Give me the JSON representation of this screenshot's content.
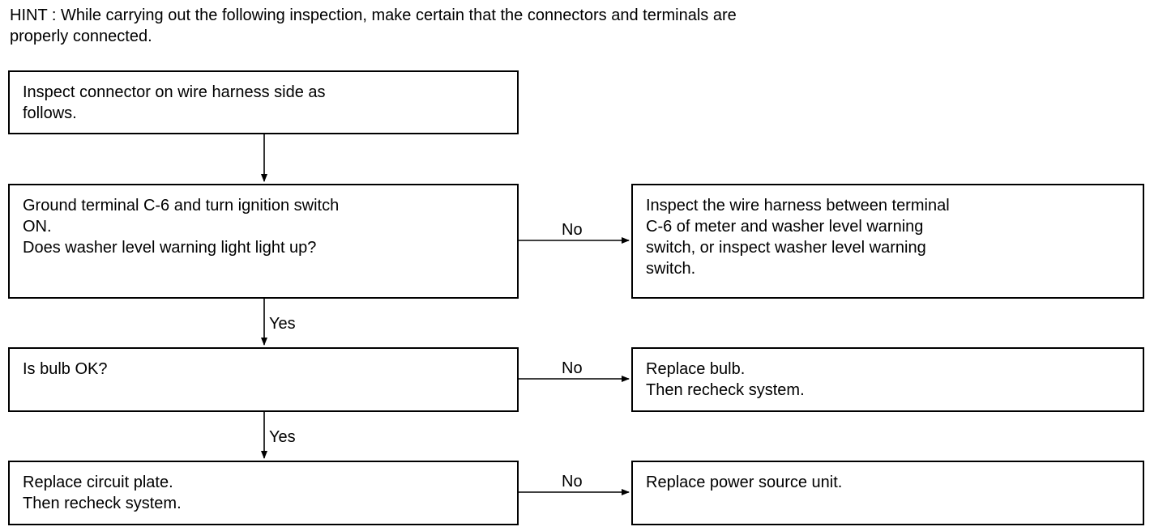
{
  "hint": "HINT : While carrying out the following inspection, make certain that the connectors and terminals are\nproperly connected.",
  "steps": {
    "step1": "Inspect connector on wire harness side as\nfollows.",
    "step2": "Ground terminal C-6 and turn ignition switch\nON.\nDoes washer level warning light light up?",
    "step2_no": "Inspect the wire harness between terminal\nC-6 of meter and washer level warning\nswitch, or inspect washer level warning\nswitch.",
    "step3": "Is bulb OK?",
    "step3_no": "Replace bulb.\nThen recheck system.",
    "step4": "Replace circuit plate.\nThen recheck system.",
    "step4_no": "Replace power source unit."
  },
  "labels": {
    "no_1": "No",
    "no_2": "No",
    "no_3": "No",
    "yes_1": "Yes",
    "yes_2": "Yes"
  }
}
